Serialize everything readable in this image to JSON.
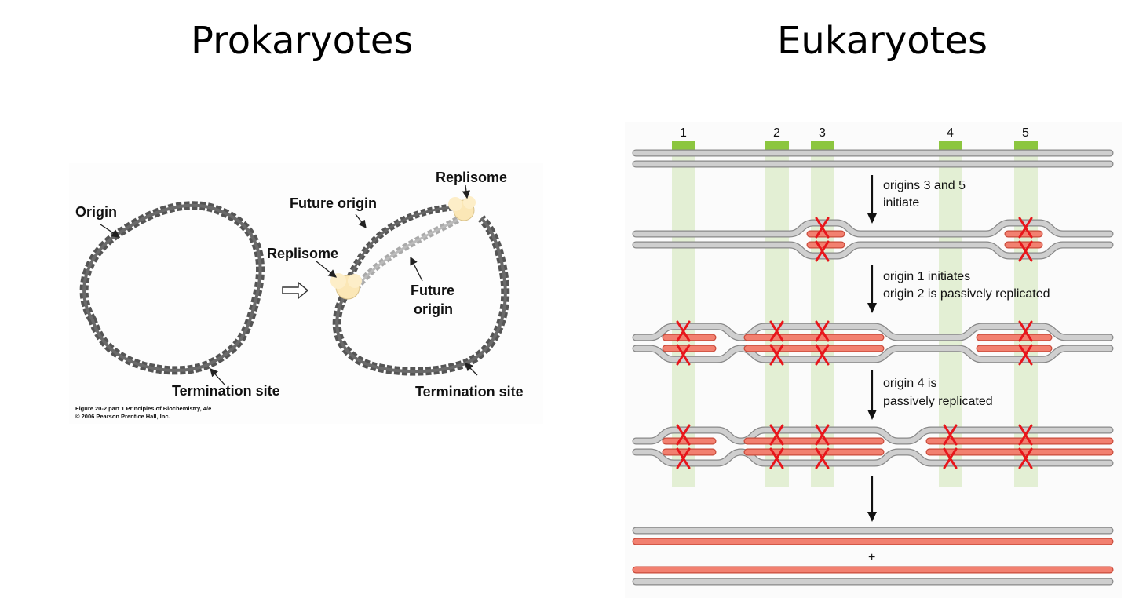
{
  "headings": {
    "left": "Prokaryotes",
    "right": "Eukaryotes"
  },
  "prokaryote": {
    "labels": {
      "origin": "Origin",
      "termination_site_1": "Termination site",
      "future_origin_1": "Future origin",
      "replisome_top": "Replisome",
      "replisome_left": "Replisome",
      "future_origin_2_line1": "Future",
      "future_origin_2_line2": "origin",
      "termination_site_2": "Termination site"
    },
    "credit_line1": "Figure 20-2 part 1  Principles of Biochemistry, 4/e",
    "credit_line2": "© 2006 Pearson Prentice Hall, Inc."
  },
  "eukaryote": {
    "origins": [
      "1",
      "2",
      "3",
      "4",
      "5"
    ],
    "steps": [
      {
        "line1": "origins 3 and 5",
        "line2": "initiate"
      },
      {
        "line1": "origin 1 initiates",
        "line2": "origin 2 is passively replicated"
      },
      {
        "line1": "origin 4 is",
        "line2": "passively replicated"
      }
    ],
    "plus": "+"
  },
  "colors": {
    "parental_strand": "#c9c9c9",
    "new_strand": "#f28070",
    "origin_marker": "#8cc63f",
    "origin_band": "#e3efd4",
    "helicase_x": "#e8161b",
    "replisome": "#fbe7b6"
  }
}
